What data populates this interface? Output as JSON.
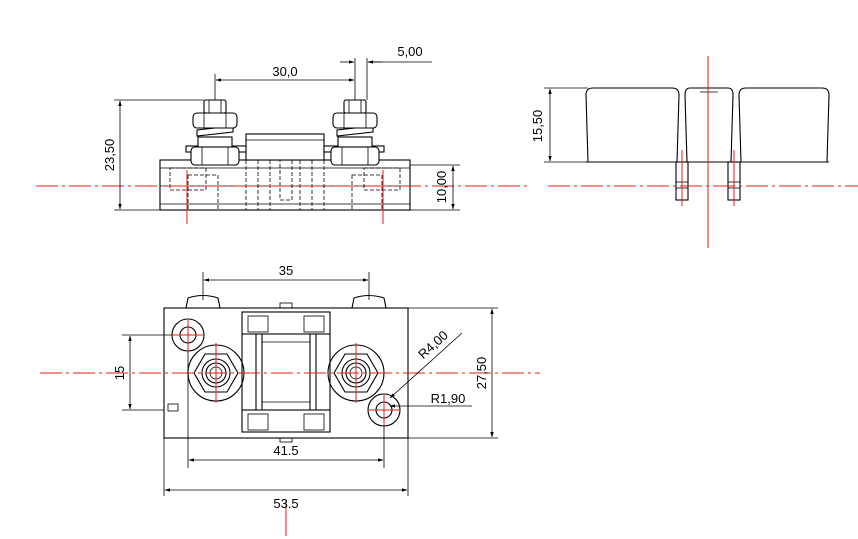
{
  "colors": {
    "outline": "#000000",
    "centerline": "#e0201a",
    "background": "#ffffff"
  },
  "front_view": {
    "dim_overall_height": "23,50",
    "dim_terminal_spacing": "30,0",
    "dim_stud_width": "5,00",
    "dim_base_height": "10,00"
  },
  "side_view": {
    "dim_cover_height": "15,50"
  },
  "top_view": {
    "dim_stud_spacing": "35",
    "dim_hole_offset": "15",
    "dim_radius_outer": "R4,00",
    "dim_radius_hole": "R1,90",
    "dim_depth": "27,50",
    "dim_hole_spacing": "41.5",
    "dim_overall_length": "53.5"
  }
}
